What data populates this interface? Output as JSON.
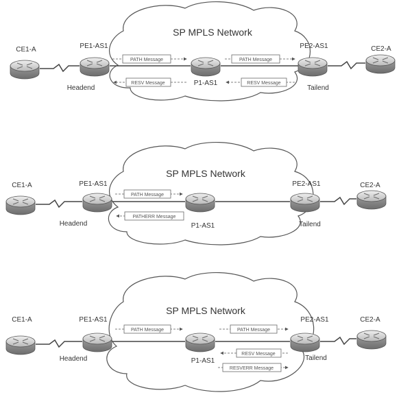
{
  "panels": [
    {
      "title": "SP MPLS Network",
      "nodes": {
        "ce1": "CE1-A",
        "pe1": "PE1-AS1",
        "p1": "P1-AS1",
        "pe2": "PE2-AS1",
        "ce2": "CE2-A"
      },
      "roles": {
        "headend": "Headend",
        "tailend": "Tailend"
      },
      "messages": [
        {
          "text": "PATH Message",
          "direction": "right"
        },
        {
          "text": "RESV Message",
          "direction": "left"
        },
        {
          "text": "PATH Message",
          "direction": "right"
        },
        {
          "text": "RESV Message",
          "direction": "left"
        }
      ]
    },
    {
      "title": "SP MPLS Network",
      "nodes": {
        "ce1": "CE1-A",
        "pe1": "PE1-AS1",
        "p1": "P1-AS1",
        "pe2": "PE2-AS1",
        "ce2": "CE2-A"
      },
      "roles": {
        "headend": "Headend",
        "tailend": "Tailend"
      },
      "messages": [
        {
          "text": "PATH Message",
          "direction": "right"
        },
        {
          "text": "PATHERR Message",
          "direction": "left"
        }
      ]
    },
    {
      "title": "SP MPLS Network",
      "nodes": {
        "ce1": "CE1-A",
        "pe1": "PE1-AS1",
        "p1": "P1-AS1",
        "pe2": "PE2-AS1",
        "ce2": "CE2-A"
      },
      "roles": {
        "headend": "Headend",
        "tailend": "Tailend"
      },
      "messages": [
        {
          "text": "PATH Message",
          "direction": "right"
        },
        {
          "text": "PATH Message",
          "direction": "right"
        },
        {
          "text": "RESV Message",
          "direction": "left"
        },
        {
          "text": "RESVERR Message",
          "direction": "right"
        }
      ]
    }
  ],
  "colors": {
    "line": "#444444",
    "router_top": "#d8d8d8",
    "router_side": "#8a8a8a",
    "text": "#333333"
  },
  "icons": {
    "router": "router-icon",
    "cloud": "cloud-shape"
  }
}
